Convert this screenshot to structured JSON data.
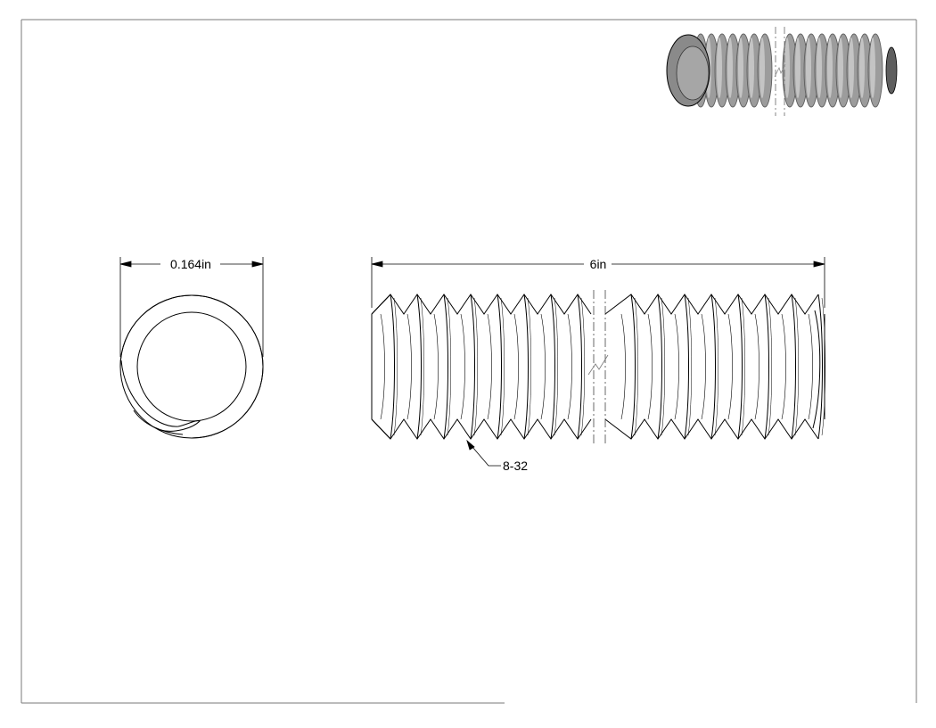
{
  "drawing": {
    "end_view_dimension": "0.164in",
    "length_dimension": "6in",
    "thread_callout": "8-32"
  },
  "colors": {
    "line": "#000000",
    "border": "#7a7a7a",
    "thread_fill": "#f4f4f4",
    "iso_body": "#9c9c9c",
    "iso_dark": "#5e5e5e",
    "iso_light": "#c4c4c4"
  }
}
